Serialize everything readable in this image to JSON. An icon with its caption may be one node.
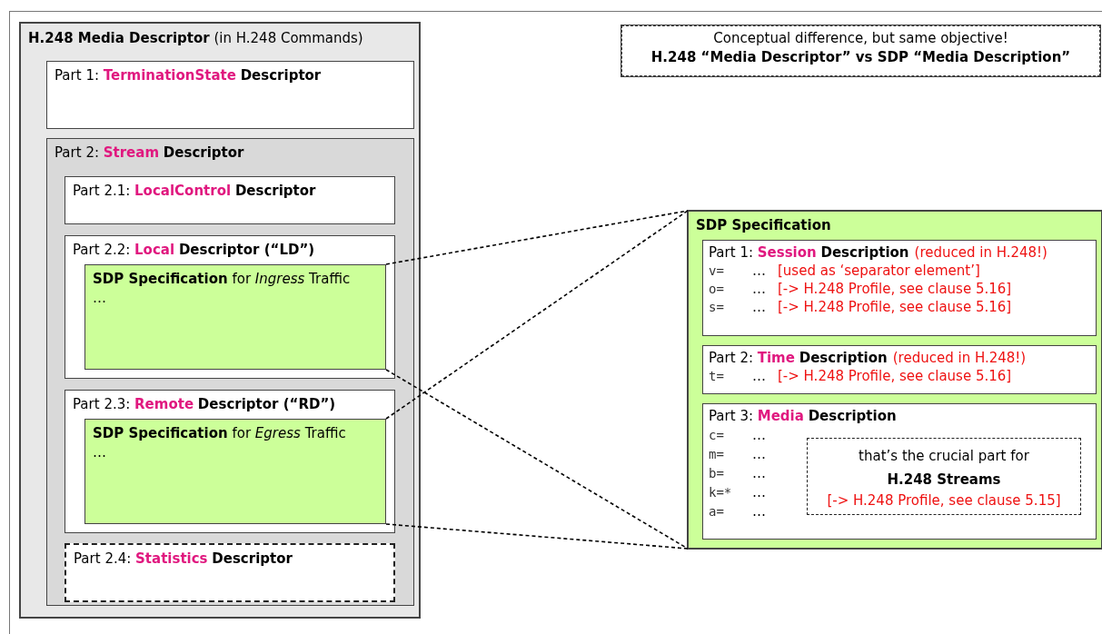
{
  "diagram": {
    "nodes": [
      {
        "text": [
          "**H.248 Media Descriptor** (in H.248 Commands)"
        ]
      },
      {
        "text": [
          "Part 1: **TerminationState** **Descriptor**"
        ],
        "in": 0
      },
      {
        "text": [
          "Part 2: **Stream** **Descriptor**"
        ],
        "in": 0
      },
      {
        "text": [
          "Part 2.1: **LocalControl** **Descriptor**"
        ],
        "in": 2
      },
      {
        "text": [
          "Part 2.2: **Local** **Descriptor (“LD”)**"
        ],
        "in": 2
      },
      {
        "text": [
          "**SDP Specification** for *Ingress* Traffic",
          "…"
        ],
        "in": 4
      },
      {
        "text": [
          "Part 2.3: **Remote** **Descriptor (“RD”)**"
        ],
        "in": 2
      },
      {
        "text": [
          "**SDP Specification** for *Egress* Traffic",
          "…"
        ],
        "in": 6
      },
      {
        "text": [
          "Part 2.4: **Statistics** **Descriptor**"
        ],
        "in": 2
      },
      {
        "text": [
          "Conceptual difference, but same objective!",
          "H.248 “Media Descriptor” vs SDP “Media Description”"
        ]
      },
      {
        "text": [
          "SDP Specification"
        ]
      },
      {
        "text": [
          "Part 1: **Session** **Description**",
          "(reduced in H.248!)",
          "v=",
          "…",
          "[used as ‘separator element’]",
          "o=",
          "…",
          "[-> H.248 Profile, see clause 5.16]",
          "s=",
          "…",
          "[-> H.248 Profile, see clause 5.16]"
        ],
        "in": 10
      },
      {
        "text": [
          "Part 2: **Time** **Description**",
          "(reduced in H.248!)",
          "t=",
          "…",
          "[-> H.248 Profile, see clause 5.16]"
        ],
        "in": 10
      },
      {
        "text": [
          "Part 3: **Media** **Description**",
          "c=",
          "…",
          "m=",
          "…",
          "b=",
          "…",
          "k=*",
          "…",
          "a=",
          "…"
        ],
        "in": 10
      },
      {
        "text": [
          "that’s the crucial part for **H.248 Streams**",
          "[-> H.248 Profile, see clause 5.15]"
        ],
        "in": 13
      }
    ],
    "edges": [
      {
        "from": 5,
        "to": 10,
        "arrow": "none",
        "style": "dashed"
      },
      {
        "from": 5,
        "to": 10,
        "arrow": "none",
        "style": "dashed"
      },
      {
        "from": 7,
        "to": 10,
        "arrow": "none",
        "style": "dashed"
      },
      {
        "from": 7,
        "to": 10,
        "arrow": "none",
        "style": "dashed"
      }
    ]
  }
}
